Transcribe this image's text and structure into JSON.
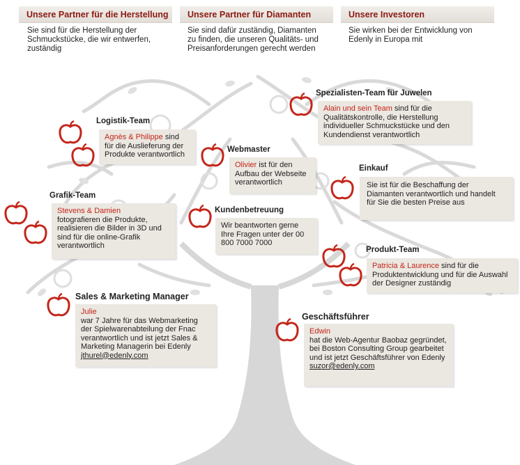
{
  "partners": [
    {
      "title": "Unsere Partner für die Herstellung",
      "text": "Sie sind für die Herstellung der Schmuckstücke, die wir entwerfen, zuständig"
    },
    {
      "title": "Unsere Partner für Diamanten",
      "text": "Sie sind dafür zuständig, Diamanten zu finden, die unseren Qualitäts- und Preisanforderungen gerecht werden"
    },
    {
      "title": "Unsere Investoren",
      "text": "Sie wirken bei der Entwicklung von Edenly in Europa mit"
    }
  ],
  "teams": {
    "spezialisten": {
      "title": "Spezialisten-Team für Juwelen",
      "name": "Alain und sein Team",
      "text": " sind für die Qualitätskontrolle, die Herstellung individueller Schmuckstücke und den Kundendienst verantwortlich"
    },
    "logistik": {
      "title": "Logistik-Team",
      "name": "Agnès & Philippe",
      "text": " sind für die Auslieferung der Produkte verantwortlich"
    },
    "webmaster": {
      "title": "Webmaster",
      "name": "Olivier",
      "text": " ist für den Aufbau der Webseite verantwortlich"
    },
    "einkauf": {
      "title": "Einkauf",
      "text": "Sie ist für die Beschaffung der Diamanten verantwortlich und handelt für Sie die besten Preise aus"
    },
    "grafik": {
      "title": "Grafik-Team",
      "name": "Stevens & Damien",
      "text": "fotografieren die Produkte, realisieren die Bilder in 3D und sind für die online-Grafik verantwortlich"
    },
    "kunden": {
      "title": "Kundenbetreuung",
      "text": "Wir beantworten gerne Ihre Fragen unter der 00 800 7000 7000"
    },
    "produkt": {
      "title": "Produkt-Team",
      "name": "Patricia & Laurence",
      "text": " sind für die Produktentwicklung und für die Auswahl der Designer zuständig"
    },
    "sales": {
      "title": "Sales & Marketing Manager",
      "name": "Julie",
      "text": "war 7 Jahre für das Webmarketing der Spielwarenabteilung der Fnac verantwortlich und ist jetzt Sales & Marketing Managerin bei Edenly",
      "email": "jthurel@edenly.com"
    },
    "ceo": {
      "title": "Geschäftsführer",
      "name": "Edwin",
      "text": "hat die Web-Agentur Baobaz gegründet, bei Boston Consulting Group gearbeitet und ist jetzt Geschäftsführer von Edenly",
      "email": "suzor@edenly.com"
    }
  },
  "colors": {
    "accent": "#c3261a",
    "header_text": "#8c1a13",
    "box_bg": "#ebe7e1",
    "tree": "#d9d9d9"
  }
}
